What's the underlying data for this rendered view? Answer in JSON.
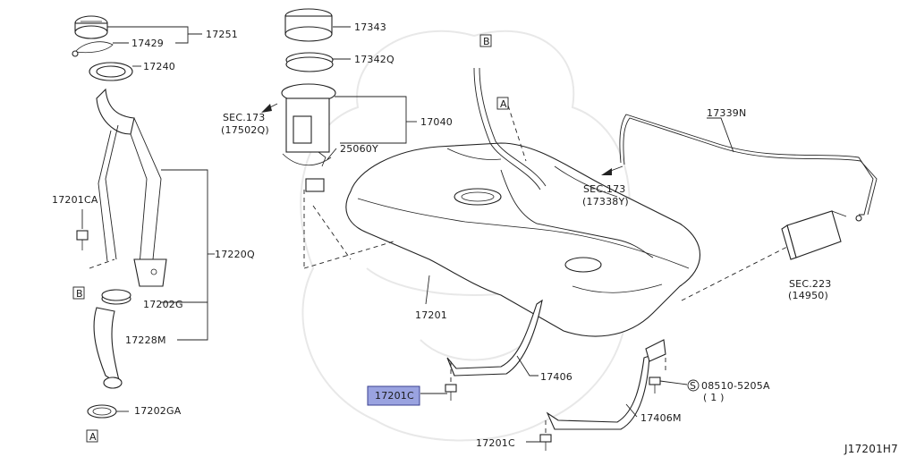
{
  "labels": {
    "p17251": "17251",
    "p17429": "17429",
    "p17240": "17240",
    "p17343": "17343",
    "p17342q": "17342Q",
    "p17040": "17040",
    "sec173a_1": "SEC.173",
    "sec173a_2": "(17502Q)",
    "p25060y": "25060Y",
    "p17339n": "17339N",
    "sec173b_1": "SEC.173",
    "sec173b_2": "(17338Y)",
    "p17201ca": "17201CA",
    "p17220q": "17220Q",
    "sec223_1": "SEC.223",
    "sec223_2": "(14950)",
    "p17202g": "17202G",
    "p17201": "17201",
    "p17228m": "17228M",
    "p17406": "17406",
    "p17201c_highlighted": "17201C",
    "p08510": "08510-5205A",
    "p08510_qty": "( 1 )",
    "p17406m": "17406M",
    "p17202ga": "17202GA",
    "p17201c_bottom": "17201C",
    "diagram_id": "J17201H7"
  },
  "refs": {
    "a": "A",
    "b": "B",
    "s": "S"
  },
  "colors": {
    "highlight_fill": "#9aa3e0",
    "highlight_stroke": "#3a3f8f",
    "line": "#222222"
  }
}
